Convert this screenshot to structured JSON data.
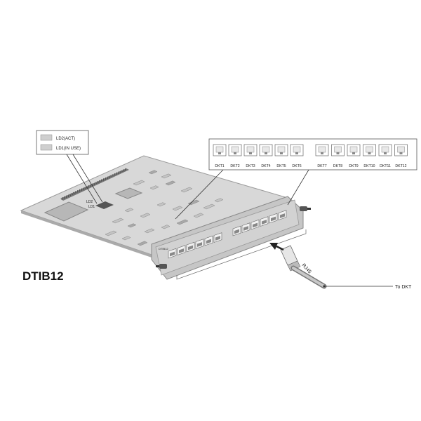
{
  "card": {
    "model": "DTIB12",
    "faceplate_label": "DTIB12",
    "led_labels": [
      "LD1",
      "LD2"
    ]
  },
  "legend": {
    "ld2": "LD2(ACT)",
    "ld1": "LD1(IN USE)"
  },
  "ports": {
    "group_left": [
      "DKT1",
      "DKT2",
      "DKT3",
      "DKT4",
      "DKT5",
      "DKT6"
    ],
    "group_right": [
      "DKT7",
      "DKT8",
      "DKT9",
      "DKT10",
      "DKT11",
      "DKT12"
    ]
  },
  "cable": {
    "connector": "RJ45",
    "destination": "To DKT"
  },
  "colors": {
    "board": "#d8d8d8",
    "board_edge": "#9a9a9a",
    "faceplate": "#c6c6c6",
    "line": "#333333",
    "led_box": "#cfcfcf"
  }
}
